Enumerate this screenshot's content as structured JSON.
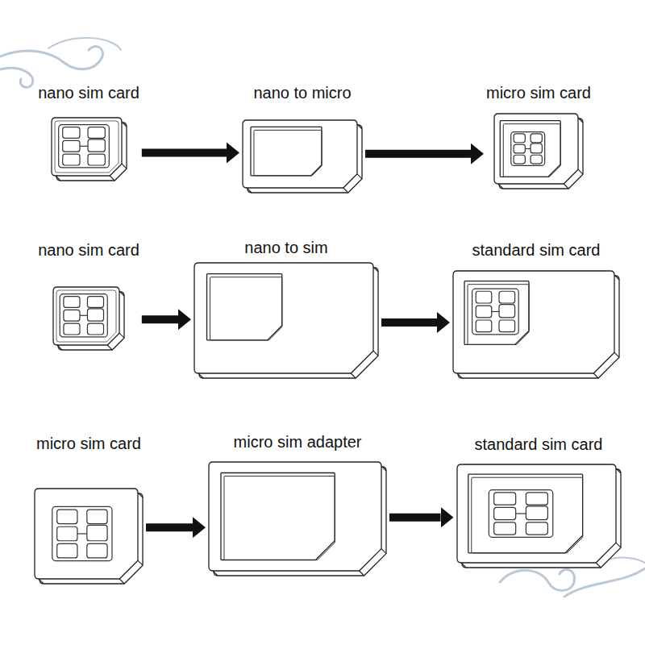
{
  "diagram": {
    "nodes": [
      {
        "text": [
          "nano sim card"
        ]
      },
      {
        "text": [
          "nano to micro"
        ]
      },
      {
        "text": [
          "micro sim card"
        ]
      },
      {
        "text": [
          "nano sim card"
        ]
      },
      {
        "text": [
          "nano to sim"
        ]
      },
      {
        "text": [
          "standard sim card"
        ]
      },
      {
        "text": [
          "micro sim card"
        ]
      },
      {
        "text": [
          "micro sim adapter"
        ]
      },
      {
        "text": [
          "standard sim card"
        ]
      }
    ],
    "edges": [
      {
        "from": 0,
        "to": 1,
        "arrow": "to"
      },
      {
        "from": 1,
        "to": 2,
        "arrow": "to"
      },
      {
        "from": 3,
        "to": 4,
        "arrow": "to"
      },
      {
        "from": 4,
        "to": 5,
        "arrow": "to"
      },
      {
        "from": 6,
        "to": 7,
        "arrow": "to"
      },
      {
        "from": 7,
        "to": 8,
        "arrow": "to"
      }
    ]
  }
}
